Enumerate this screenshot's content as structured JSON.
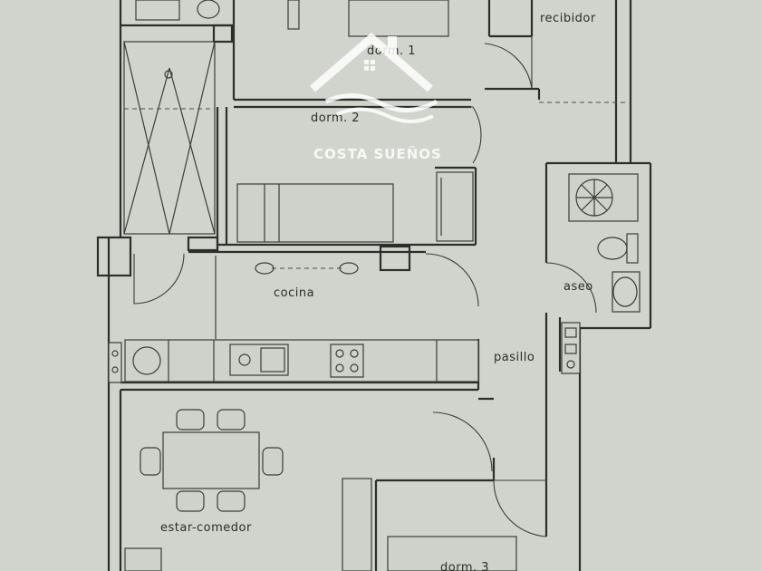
{
  "rooms": {
    "recibidor": "recibidor",
    "dorm1": "dorm. 1",
    "dorm2": "dorm. 2",
    "dorm3": "dorm. 3",
    "cocina": "cocina",
    "aseo": "aseo",
    "pasillo": "pasillo",
    "estar": "estar-comedor"
  },
  "watermark": {
    "brand": "COSTA SUEÑOS",
    "color": "#ffffff"
  },
  "icons": [
    "house-logo-icon",
    "wave-logo-icon",
    "shower-icon",
    "toilet-icon",
    "washbasin-icon",
    "sink-icon",
    "stove-icon"
  ]
}
